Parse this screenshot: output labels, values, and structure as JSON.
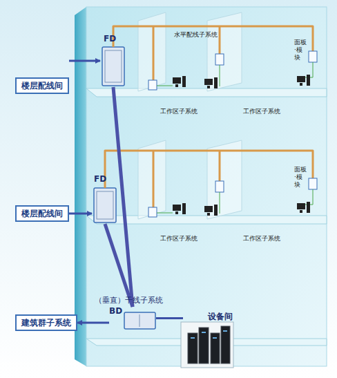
{
  "diagram": {
    "nodes": [
      {
        "text": [
          "楼层配线间"
        ]
      },
      {
        "text": [
          "FD"
        ]
      },
      {
        "text": [
          "楼层配线间"
        ]
      },
      {
        "text": [
          "FD"
        ]
      },
      {
        "text": [
          "建筑群子系统"
        ]
      },
      {
        "text": [
          "BD"
        ]
      },
      {
        "text": [
          "设备间"
        ]
      }
    ],
    "edges": [
      {
        "from": 0,
        "to": 1,
        "arrow": "to"
      },
      {
        "from": 2,
        "to": 3,
        "arrow": "to"
      },
      {
        "from": 1,
        "to": 5,
        "arrow": "none"
      },
      {
        "from": 3,
        "to": 5,
        "arrow": "none"
      },
      {
        "from": 5,
        "to": 4,
        "arrow": "to"
      },
      {
        "from": 5,
        "to": 6,
        "arrow": "none"
      }
    ],
    "labels": [
      "水平配线子系统",
      "面板·模块",
      "工作区子系统",
      "工作区子系统",
      "面板·模块",
      "工作区子系统",
      "工作区子系统",
      "（垂直）干线子系统"
    ]
  }
}
